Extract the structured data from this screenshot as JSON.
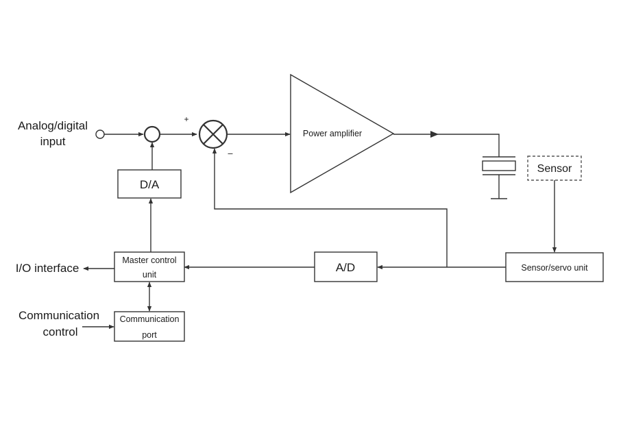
{
  "diagram": {
    "inputs": {
      "analog_digital_line1": "Analog/digital",
      "analog_digital_line2": "input",
      "io_interface": "I/O interface",
      "communication_line1": "Communication",
      "communication_line2": "control"
    },
    "blocks": {
      "da": "D/A",
      "ad": "A/D",
      "power_amplifier": "Power amplifier",
      "sensor": "Sensor",
      "sensor_servo": "Sensor/servo unit",
      "master_control_line1": "Master control",
      "master_control_line2": "unit",
      "communication_port_line1": "Communication",
      "communication_port_line2": "port"
    },
    "signs": {
      "plus": "+",
      "minus": "–"
    },
    "colors": {
      "line": "#333333",
      "text": "#1a1a1a",
      "background": "#ffffff"
    }
  }
}
